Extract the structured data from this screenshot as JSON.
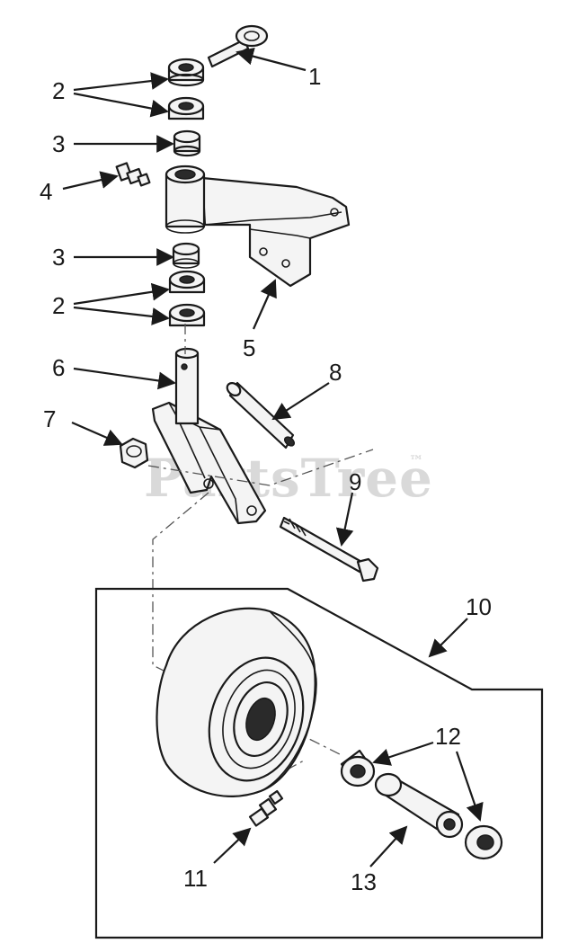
{
  "watermark": "PartsTree",
  "trademark": "™",
  "callouts": {
    "c1": "1",
    "c2a": "2",
    "c3a": "3",
    "c4": "4",
    "c3b": "3",
    "c2b": "2",
    "c5": "5",
    "c6": "6",
    "c7": "7",
    "c8": "8",
    "c9": "9",
    "c10": "10",
    "c11": "11",
    "c12": "12",
    "c13": "13"
  },
  "colors": {
    "ink": "#1a1a1a",
    "watermark": "#d9d9d9",
    "background": "#ffffff"
  }
}
